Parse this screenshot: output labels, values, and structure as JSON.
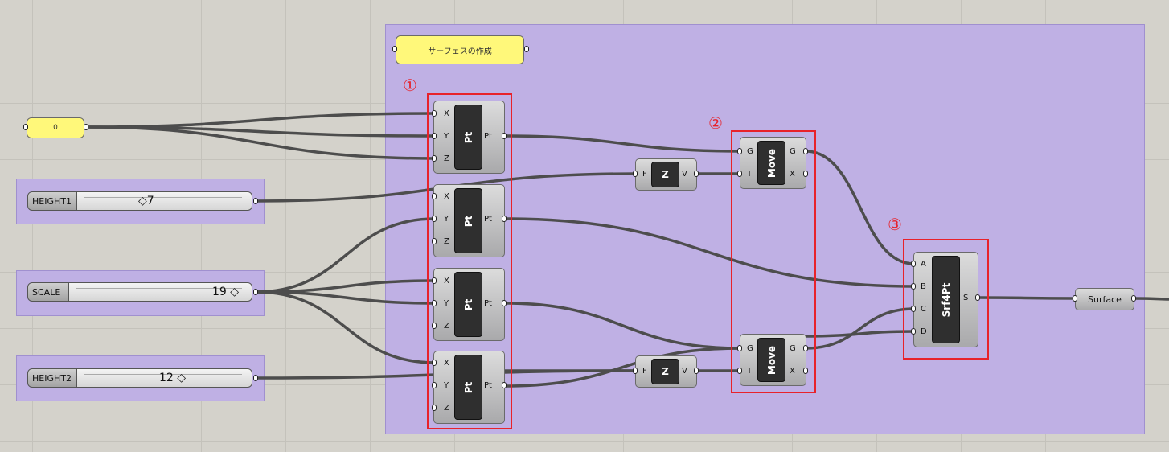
{
  "group": {
    "panel_text": "サーフェスの作成"
  },
  "zero_panel": {
    "text": "0"
  },
  "sliders": [
    {
      "label": "HEIGHT1",
      "value": "7"
    },
    {
      "label": "SCALE",
      "value": "19"
    },
    {
      "label": "HEIGHT2",
      "value": "12"
    }
  ],
  "pt_component": {
    "name": "Pt",
    "inputs": [
      "X",
      "Y",
      "Z"
    ],
    "output": "Pt"
  },
  "z_component": {
    "name": "Z",
    "input": "F",
    "output": "V"
  },
  "move_component": {
    "name": "Move",
    "inputs": [
      "G",
      "T"
    ],
    "outputs": [
      "G",
      "X"
    ]
  },
  "srf_component": {
    "name": "Srf4Pt",
    "inputs": [
      "A",
      "B",
      "C",
      "D"
    ],
    "output": "S"
  },
  "surface_param": {
    "label": "Surface"
  },
  "annotations": [
    "①",
    "②",
    "③"
  ],
  "colors": {
    "group": "#bfb0e4",
    "panel": "#fff87a",
    "annotation": "#e8222a",
    "wire": "#4d4d4d",
    "canvas": "#d4d2cb"
  }
}
